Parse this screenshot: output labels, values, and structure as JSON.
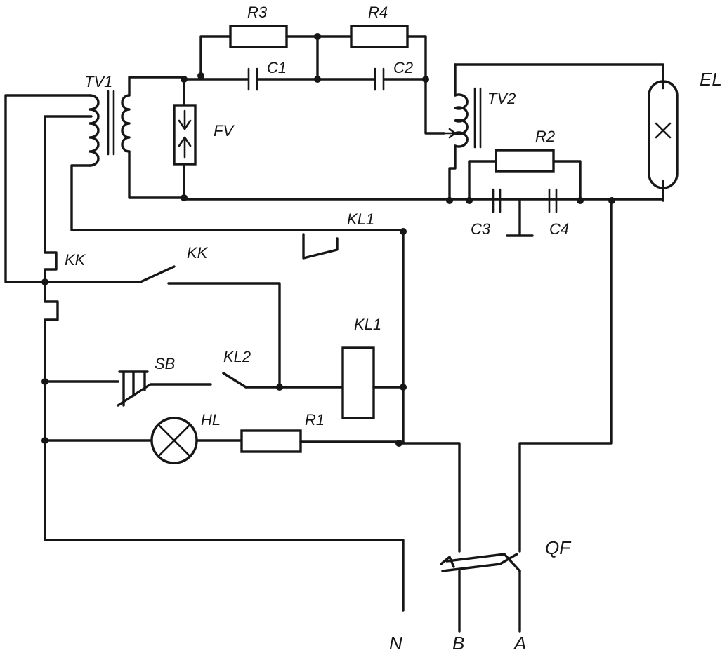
{
  "diagram": {
    "labels": {
      "r3": "R3",
      "r4": "R4",
      "c1": "C1",
      "c2": "C2",
      "tv1": "TV1",
      "fv": "FV",
      "tv2": "TV2",
      "el": "EL",
      "r2": "R2",
      "c3": "C3",
      "c4": "C4",
      "kl1_contact": "KL1",
      "kl1_coil": "KL1",
      "kk_thermal": "KK",
      "kk_contact": "KK",
      "sb": "SB",
      "kl2": "KL2",
      "hl": "HL",
      "r1": "R1",
      "qf": "QF",
      "n": "N",
      "b": "B",
      "a": "A"
    }
  }
}
